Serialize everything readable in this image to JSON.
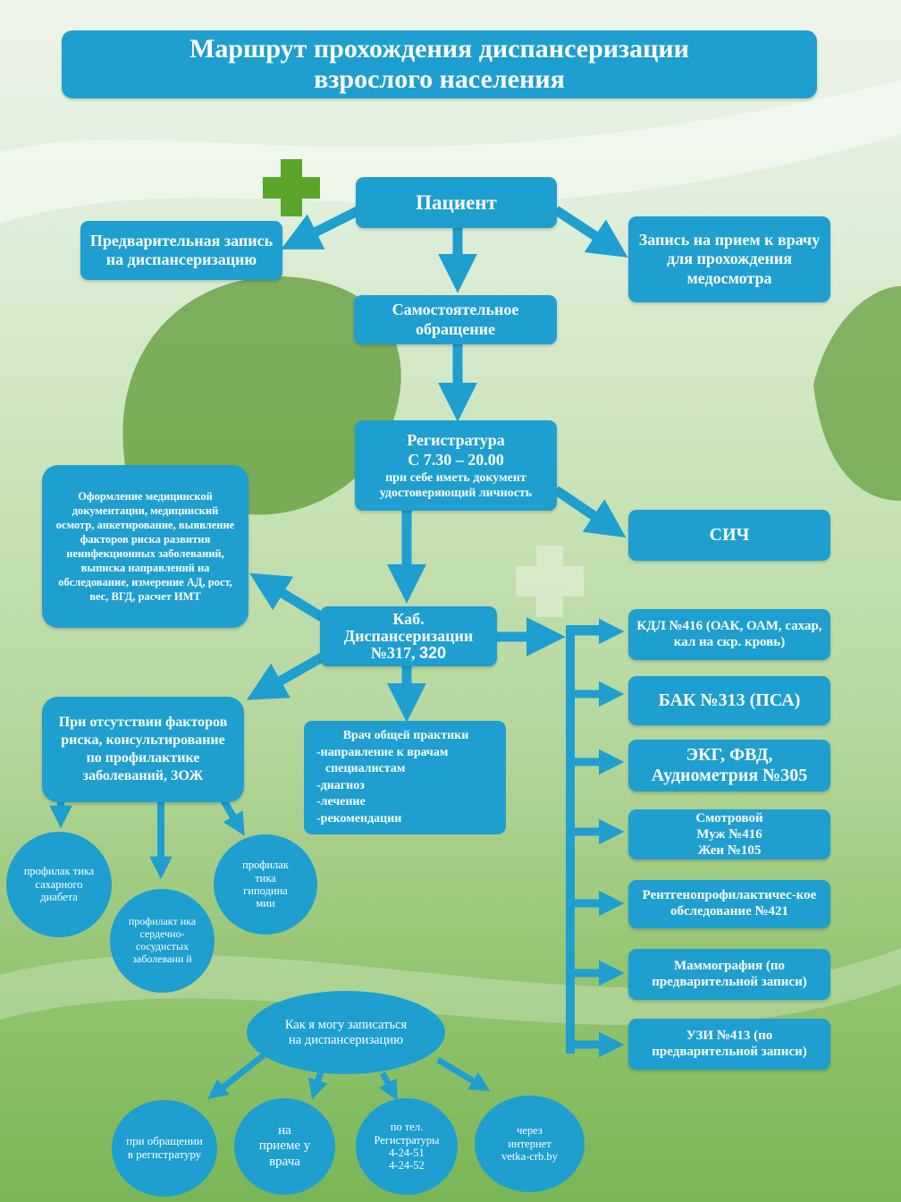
{
  "colors": {
    "box": "#1e9fd0",
    "arrow": "#1e9fd0",
    "background": "#c9e3b8"
  },
  "title": {
    "line1": "Маршрут прохождения диспансеризации",
    "line2": "взрослого населения"
  },
  "patient": "Пациент",
  "pre_registration": "Предварительная запись на диспансеризацию",
  "appointment": "Запись на прием к врачу для прохождения медосмотра",
  "self_visit": "Самостоятельное обращение",
  "registry": {
    "title": "Регистратура",
    "hours": "С 7.30 – 20.00",
    "note": "при себе иметь документ удостоверяющий личность"
  },
  "sich": "СИЧ",
  "documentation": "Оформление медицинской документации, медицинский осмотр, анкетирование, выявление факторов риска развития неинфекционных заболеваний, выписка направлений на обследование, измерение АД, рост, вес, ВГД, расчет ИМТ",
  "cabinet": {
    "line1": "Каб.",
    "line2": "Диспансеризации",
    "line3": "№317,",
    "line3b": "320"
  },
  "no_risk": "При отсутствии факторов риска, консультирование по профилактике заболеваний, ЗОЖ",
  "gp": {
    "title": "Врач общей практики",
    "items": [
      "-направление к врачам",
      "специалистам",
      "-диагноз",
      "-лечение",
      "-рекомендации"
    ]
  },
  "prevention": {
    "diabetes": "профилак тика сахарного диабета",
    "cardio": "профилакт ика сердечно-сосудистых заболевани й",
    "hypodynamia": "профилак тика гиподина мии"
  },
  "tests": {
    "kdl": "КДЛ №416 (ОАК, ОАМ, сахар, кал на скр. кровь)",
    "bak": "БАК №313 (ПСА)",
    "ekg": "ЭКГ, ФВД, Аудиометрия №305",
    "exam": {
      "line1": "Смотровой",
      "line2": "Муж №416",
      "line3": "Жен №105"
    },
    "xray": "Рентгенопрофилактичес-кое обследование №421",
    "mammo": "Маммография (по предварительной записи)",
    "uzi": "УЗИ №413 (по предварительной записи)"
  },
  "signup": {
    "question": "Как я могу записаться на диспансеризацию",
    "registry": "при обращении в регистратуру",
    "doctor": "на приеме у врача",
    "phone": {
      "line1": "по тел.",
      "line2": "Регистратуры",
      "line3": "4-24-51",
      "line4": "4-24-52"
    },
    "internet": {
      "line1": "через",
      "line2": "интернет",
      "line3": "vetka-crb.by"
    }
  }
}
